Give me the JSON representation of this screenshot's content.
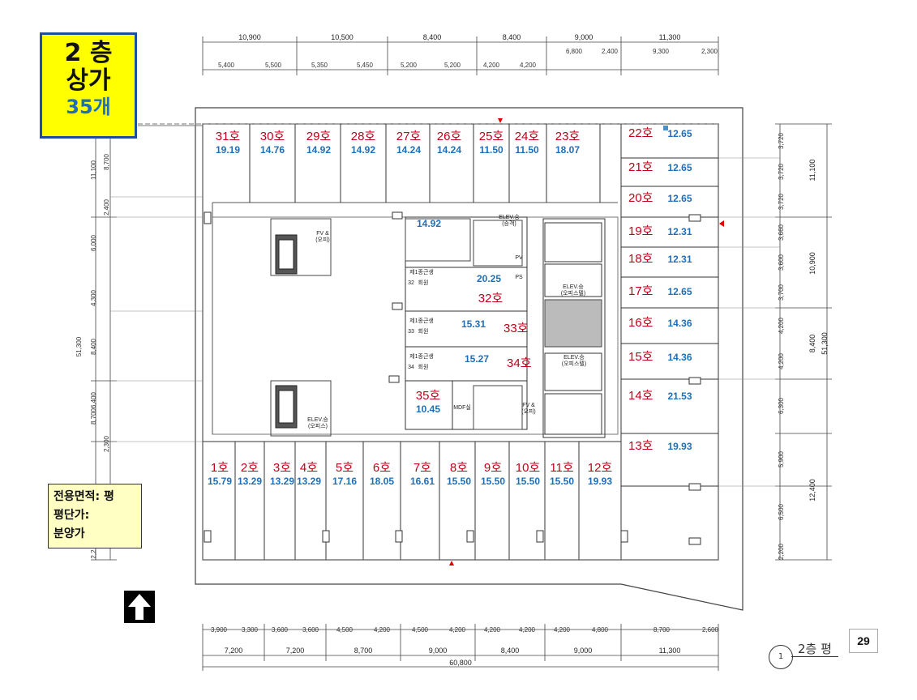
{
  "title": {
    "floor": "2 층",
    "type": "상가",
    "count": "35개"
  },
  "legend": {
    "line1": "전용면적: 평",
    "line2": "평단가:",
    "line3": "분양가"
  },
  "page_number": "29",
  "caption": {
    "number": "1",
    "text": "2층 평"
  },
  "colors": {
    "unit_no": "#c0001a",
    "unit_area": "#1f6fb8",
    "title_bg": "#ffff00",
    "title_border": "#1f4e9a",
    "legend_bg": "#ffffc4"
  },
  "north_arrow": "up-arrow-icon",
  "dims_top_row1": [
    "10,900",
    "10,500",
    "8,400",
    "8,400",
    "9,000",
    "11,300"
  ],
  "dims_top_row2": [
    "5,400",
    "5,500",
    "5,350",
    "5,450",
    "5,200",
    "5,200",
    "4,200",
    "4,200",
    "6,800",
    "2,400",
    "9,300",
    "2,300"
  ],
  "dims_bottom_row1": [
    "3,900",
    "3,300",
    "3,600",
    "3,600",
    "4,500",
    "4,200",
    "4,500",
    "4,200",
    "4,200",
    "4,200",
    "4,200",
    "4,800",
    "8,700",
    "2,600"
  ],
  "dims_bottom_row2": [
    "7,200",
    "7,200",
    "8,700",
    "9,000",
    "8,400",
    "9,000",
    "11,300"
  ],
  "dim_bottom_total": "60,800",
  "dims_left": [
    "11,100",
    "8,700",
    "2,400",
    "6,000",
    "4,300",
    "8,400",
    "6,400",
    "8,700",
    "2,300",
    "51,300",
    "2,2"
  ],
  "dims_right_inner": [
    "3,720",
    "3,720",
    "3,720",
    "3,660",
    "3,600",
    "3,700",
    "4,200",
    "4,200",
    "6,300",
    "5,900",
    "6,500",
    "2,200"
  ],
  "dims_right_outer": [
    "11,100",
    "10,900",
    "8,400",
    "51,300",
    "12,400"
  ],
  "core_labels": {
    "elev1": "ELEV.승",
    "elev1b": "(승객)",
    "elev2": "ELEV.승",
    "elev2b": "(오피스텔)",
    "elev3": "ELEV.승",
    "elev3b": "(오피스텔)",
    "elev4": "ELEV.승",
    "elev4b": "(오피스)",
    "fv1": "FV &",
    "fv1b": "(오피)",
    "fv2": "FV &",
    "fv2b": "(오피)",
    "mdf": "MDF실",
    "pv": "PV",
    "ps": "PS"
  },
  "side_rooms": [
    {
      "label": "제1종근생",
      "no": "32",
      "tag": "회원"
    },
    {
      "label": "제1종근생",
      "no": "33",
      "tag": "회원"
    },
    {
      "label": "제1종근생",
      "no": "34",
      "tag": "회원"
    }
  ],
  "units_top": [
    {
      "no": "31호",
      "area": "19.19"
    },
    {
      "no": "30호",
      "area": "14.76"
    },
    {
      "no": "29호",
      "area": "14.92"
    },
    {
      "no": "28호",
      "area": "14.92"
    },
    {
      "no": "27호",
      "area": "14.24"
    },
    {
      "no": "26호",
      "area": "14.24"
    },
    {
      "no": "25호",
      "area": "11.50"
    },
    {
      "no": "24호",
      "area": "11.50"
    },
    {
      "no": "23호",
      "area": "18.07"
    }
  ],
  "units_right": [
    {
      "no": "22호",
      "area": "12.65"
    },
    {
      "no": "21호",
      "area": "12.65"
    },
    {
      "no": "20호",
      "area": "12.65"
    },
    {
      "no": "19호",
      "area": "12.31"
    },
    {
      "no": "18호",
      "area": "12.31"
    },
    {
      "no": "17호",
      "area": "12.65"
    },
    {
      "no": "16호",
      "area": "14.36"
    },
    {
      "no": "15호",
      "area": "14.36"
    },
    {
      "no": "14호",
      "area": "21.53"
    },
    {
      "no": "13호",
      "area": "19.93"
    }
  ],
  "units_bottom": [
    {
      "no": "1호",
      "area": "15.79"
    },
    {
      "no": "2호",
      "area": "13.29"
    },
    {
      "no": "3호",
      "area": "13.29"
    },
    {
      "no": "4호",
      "area": "13.29"
    },
    {
      "no": "5호",
      "area": "17.16"
    },
    {
      "no": "6호",
      "area": "18.05"
    },
    {
      "no": "7호",
      "area": "16.61"
    },
    {
      "no": "8호",
      "area": "15.50"
    },
    {
      "no": "9호",
      "area": "15.50"
    },
    {
      "no": "10호",
      "area": "15.50"
    },
    {
      "no": "11호",
      "area": "15.50"
    },
    {
      "no": "12호",
      "area": "19.93"
    }
  ],
  "units_center": [
    {
      "no": "32호",
      "area": "20.25"
    },
    {
      "no": "33호",
      "area": "15.31"
    },
    {
      "no": "34호",
      "area": "15.27"
    },
    {
      "no": "35호",
      "area": "10.45"
    }
  ],
  "restroom_area": "14.92"
}
